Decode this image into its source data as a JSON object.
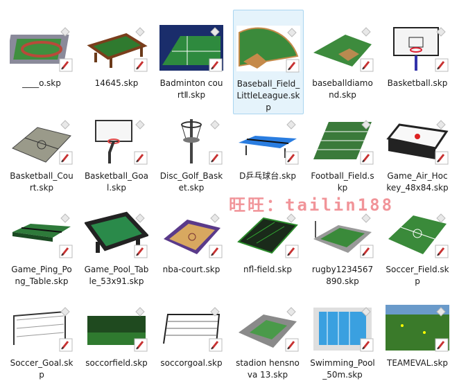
{
  "files": [
    {
      "name": "____o.skp",
      "thumb": "track"
    },
    {
      "name": "14645.skp",
      "thumb": "pooltable-wood"
    },
    {
      "name": "Badminton courtⅡ.skp",
      "thumb": "badminton"
    },
    {
      "name": "Baseball_Field_LittleLeague.skp",
      "thumb": "baseball",
      "selected": true
    },
    {
      "name": "baseballdiamond.skp",
      "thumb": "diamond"
    },
    {
      "name": "Basketball.skp",
      "thumb": "hoop-board"
    },
    {
      "name": "Basketball_Court.skp",
      "thumb": "bball-court-grey"
    },
    {
      "name": "Basketball_Goal.skp",
      "thumb": "hoop-pole"
    },
    {
      "name": "Disc_Golf_Basket.skp",
      "thumb": "discgolf"
    },
    {
      "name": "D乒乓球台.skp",
      "thumb": "pingpong-blue"
    },
    {
      "name": "Football_Field.skp",
      "thumb": "football"
    },
    {
      "name": "Game_Air_Hockey_48x84.skp",
      "thumb": "airhockey"
    },
    {
      "name": "Game_Ping_Pong_Table.skp",
      "thumb": "pingpong-green"
    },
    {
      "name": "Game_Pool_Table_53x91.skp",
      "thumb": "pooltable-green"
    },
    {
      "name": "nba-court.skp",
      "thumb": "nba"
    },
    {
      "name": "nfl-field.skp",
      "thumb": "nfl"
    },
    {
      "name": "rugby1234567890.skp",
      "thumb": "stadium-small"
    },
    {
      "name": "Soccer_Field.skp",
      "thumb": "soccerfield"
    },
    {
      "name": "Soccer_Goal.skp",
      "thumb": "goal"
    },
    {
      "name": "soccorfield.skp",
      "thumb": "soccorfield"
    },
    {
      "name": "soccorgoal.skp",
      "thumb": "goal2"
    },
    {
      "name": "stadion hensnova 13.skp",
      "thumb": "stadion"
    },
    {
      "name": "Swimming_Pool_50m.skp",
      "thumb": "pool"
    },
    {
      "name": "TEAMEVAL.skp",
      "thumb": "teameval"
    }
  ],
  "watermark": "旺旺：tailin188"
}
